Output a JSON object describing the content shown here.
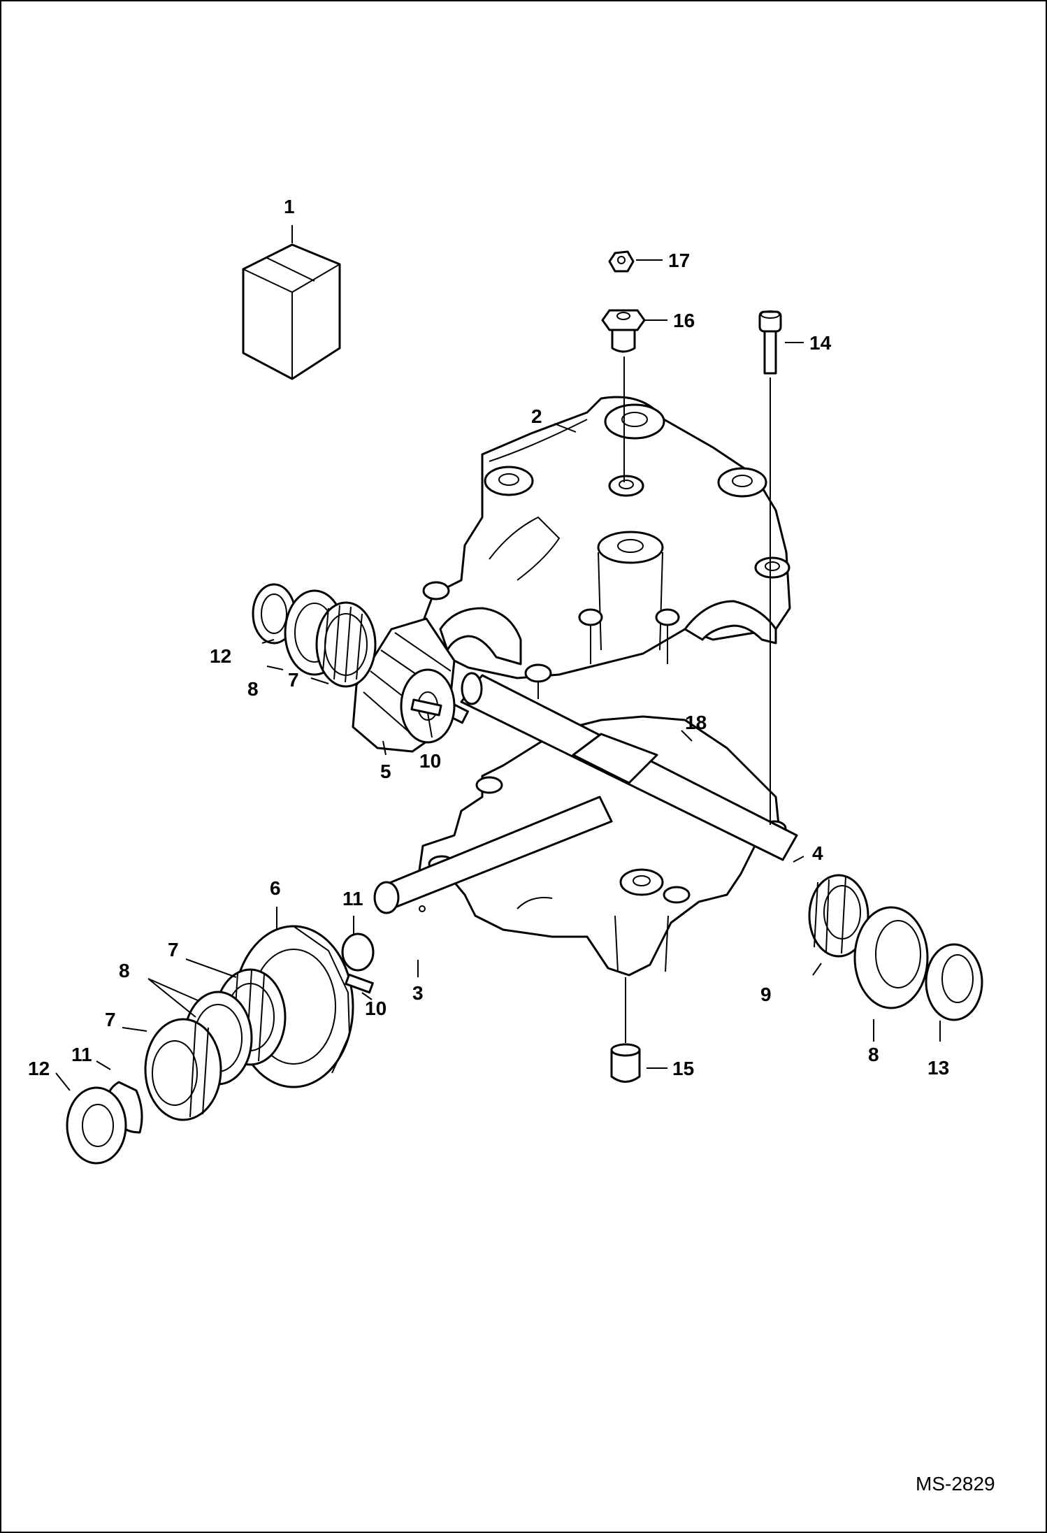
{
  "drawing_code": "MS-2829",
  "callouts": [
    {
      "id": "c1",
      "text": "1"
    },
    {
      "id": "c2",
      "text": "2"
    },
    {
      "id": "c3",
      "text": "3"
    },
    {
      "id": "c4",
      "text": "4"
    },
    {
      "id": "c5",
      "text": "5"
    },
    {
      "id": "c6",
      "text": "6"
    },
    {
      "id": "c7a",
      "text": "7"
    },
    {
      "id": "c7b",
      "text": "7"
    },
    {
      "id": "c7c",
      "text": "7"
    },
    {
      "id": "c8a",
      "text": "8"
    },
    {
      "id": "c8b",
      "text": "8"
    },
    {
      "id": "c8c",
      "text": "8"
    },
    {
      "id": "c9",
      "text": "9"
    },
    {
      "id": "c10a",
      "text": "10"
    },
    {
      "id": "c10b",
      "text": "10"
    },
    {
      "id": "c11a",
      "text": "11"
    },
    {
      "id": "c11b",
      "text": "11"
    },
    {
      "id": "c12a",
      "text": "12"
    },
    {
      "id": "c12b",
      "text": "12"
    },
    {
      "id": "c13",
      "text": "13"
    },
    {
      "id": "c14",
      "text": "14"
    },
    {
      "id": "c15",
      "text": "15"
    },
    {
      "id": "c16",
      "text": "16"
    },
    {
      "id": "c17",
      "text": "17"
    },
    {
      "id": "c18",
      "text": "18"
    }
  ]
}
